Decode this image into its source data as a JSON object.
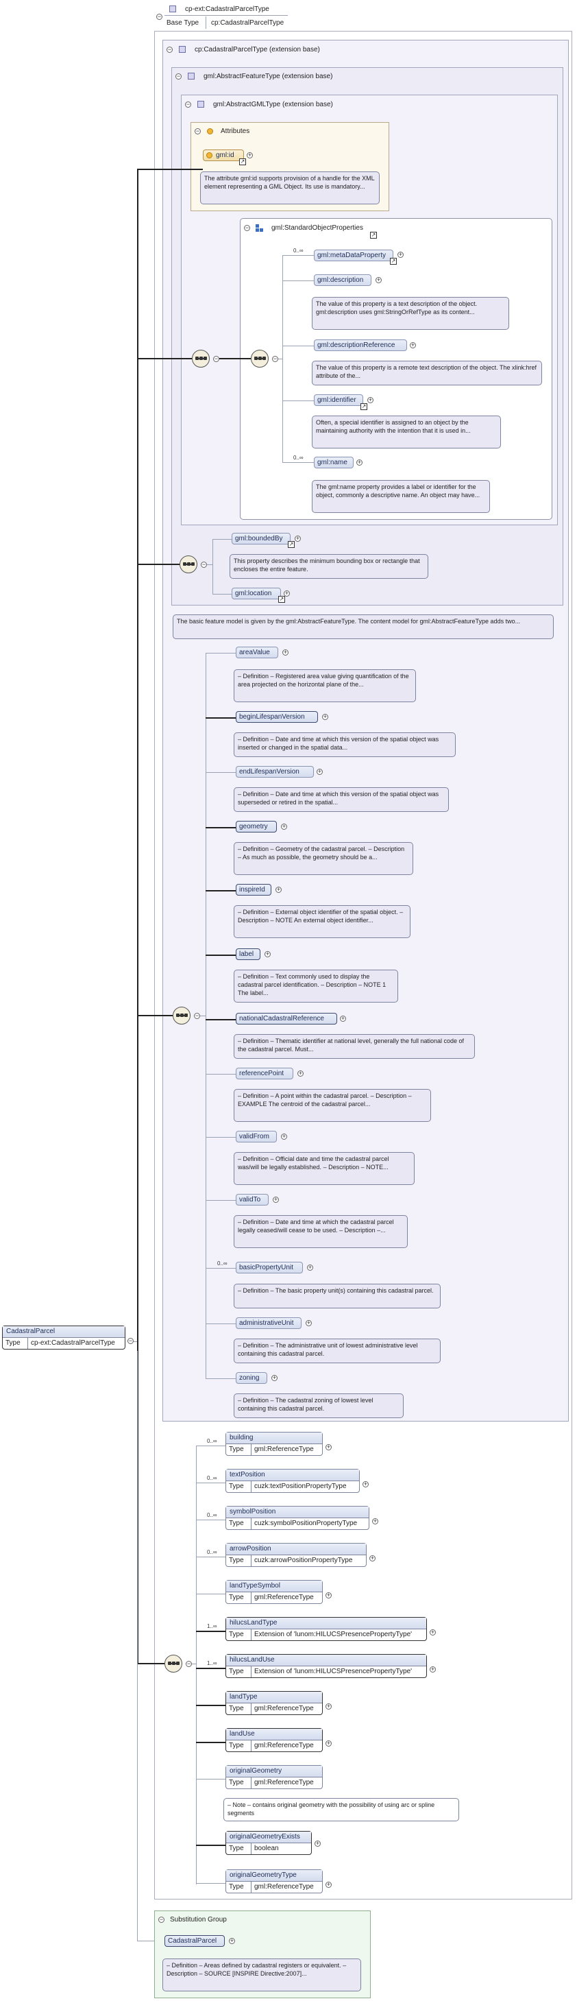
{
  "header": {
    "type_name": "cp-ext:CadastralParcelType",
    "base_type_label": "Base Type",
    "base_type_value": "cp:CadastralParcelType"
  },
  "frames": {
    "cp_extension": "cp:CadastralParcelType (extension base)",
    "feature_extension": "gml:AbstractFeatureType (extension base)",
    "gml_extension": "gml:AbstractGMLType (extension base)",
    "attributes": "Attributes",
    "standard_props": "gml:StandardObjectProperties",
    "substitution_group": "Substitution Group"
  },
  "attribute": {
    "name": "gml:id",
    "doc": "The attribute gml:id supports provision of a handle for the XML element representing a GML Object. Its use is mandatory..."
  },
  "standard_props": [
    {
      "name": "gml:metaDataProperty",
      "mult": "0..∞",
      "doc": ""
    },
    {
      "name": "gml:description",
      "mult": "",
      "doc": "The value of this property is a text description of the object. gml:description uses gml:StringOrRefType as its content..."
    },
    {
      "name": "gml:descriptionReference",
      "mult": "",
      "doc": "The value of this property is a remote text description of the object. The xlink:href attribute of the..."
    },
    {
      "name": "gml:identifier",
      "mult": "",
      "doc": "Often, a special identifier is assigned to an object by the maintaining authority with the intention that it is used in..."
    },
    {
      "name": "gml:name",
      "mult": "0..∞",
      "doc": "The gml:name property provides a label or identifier for the object, commonly a descriptive name. An object may have..."
    }
  ],
  "feature_props": [
    {
      "name": "gml:boundedBy",
      "doc": "This property describes the minimum bounding box or rectangle that encloses the entire feature."
    },
    {
      "name": "gml:location",
      "doc": ""
    }
  ],
  "feature_doc": "The basic feature model is given by the gml:AbstractFeatureType. The content model for gml:AbstractFeatureType adds two...",
  "cp_props": [
    {
      "name": "areaValue",
      "mult": "",
      "doc": "– Definition – Registered area value giving quantification of the area projected on the horizontal plane of the..."
    },
    {
      "name": "beginLifespanVersion",
      "mult": "",
      "doc": "– Definition – Date and time at which this version of the spatial object was inserted or changed in the spatial data..."
    },
    {
      "name": "endLifespanVersion",
      "mult": "",
      "doc": "– Definition – Date and time at which this version of the spatial object was superseded or retired in the spatial..."
    },
    {
      "name": "geometry",
      "mult": "",
      "doc": "– Definition – Geometry of the cadastral parcel. – Description – As much as possible, the geometry should be a..."
    },
    {
      "name": "inspireId",
      "mult": "",
      "doc": "– Definition – External object identifier of the spatial object. – Description – NOTE An external object identifier..."
    },
    {
      "name": "label",
      "mult": "",
      "doc": "– Definition – Text commonly used to display the cadastral parcel identification. – Description – NOTE 1 The label..."
    },
    {
      "name": "nationalCadastralReference",
      "mult": "",
      "doc": "– Definition – Thematic identifier at national level, generally the full national code of the cadastral parcel. Must..."
    },
    {
      "name": "referencePoint",
      "mult": "",
      "doc": "– Definition – A point within the cadastral parcel. – Description – EXAMPLE The centroid of the cadastral parcel..."
    },
    {
      "name": "validFrom",
      "mult": "",
      "doc": "– Definition – Official date and time the cadastral parcel was/will be legally established. – Description – NOTE..."
    },
    {
      "name": "validTo",
      "mult": "",
      "doc": "– Definition – Date and time at which the cadastral parcel legally ceased/will cease to be used. – Description –..."
    },
    {
      "name": "basicPropertyUnit",
      "mult": "0..∞",
      "doc": "– Definition – The basic property unit(s) containing this cadastral parcel."
    },
    {
      "name": "administrativeUnit",
      "mult": "",
      "doc": "– Definition – The administrative unit of lowest administrative level containing this cadastral parcel."
    },
    {
      "name": "zoning",
      "mult": "",
      "doc": "– Definition – The cadastral zoning of lowest level containing this cadastral parcel."
    }
  ],
  "ext_props": [
    {
      "name": "building",
      "mult": "0..∞",
      "type_label": "Type",
      "type": "gml:ReferenceType",
      "doc": ""
    },
    {
      "name": "textPosition",
      "mult": "0..∞",
      "type_label": "Type",
      "type": "cuzk:textPositionPropertyType",
      "doc": ""
    },
    {
      "name": "symbolPosition",
      "mult": "0..∞",
      "type_label": "Type",
      "type": "cuzk:symbolPositionPropertyType",
      "doc": ""
    },
    {
      "name": "arrowPosition",
      "mult": "0..∞",
      "type_label": "Type",
      "type": "cuzk:arrowPositionPropertyType",
      "doc": ""
    },
    {
      "name": "landTypeSymbol",
      "mult": "",
      "type_label": "Type",
      "type": "gml:ReferenceType",
      "doc": ""
    },
    {
      "name": "hilucsLandType",
      "mult": "1..∞",
      "type_label": "Type",
      "type": "Extension of 'lunom:HILUCSPresencePropertyType'",
      "doc": ""
    },
    {
      "name": "hilucsLandUse",
      "mult": "1..∞",
      "type_label": "Type",
      "type": "Extension of 'lunom:HILUCSPresencePropertyType'",
      "doc": ""
    },
    {
      "name": "landType",
      "mult": "",
      "type_label": "Type",
      "type": "gml:ReferenceType",
      "doc": ""
    },
    {
      "name": "landUse",
      "mult": "",
      "type_label": "Type",
      "type": "gml:ReferenceType",
      "doc": ""
    },
    {
      "name": "originalGeometry",
      "mult": "",
      "type_label": "Type",
      "type": "gml:ReferenceType",
      "doc": "– Note – contains original geometry with the possibility of using arc or spline segments"
    },
    {
      "name": "originalGeometryExists",
      "mult": "",
      "type_label": "Type",
      "type": "boolean",
      "doc": ""
    },
    {
      "name": "originalGeometryType",
      "mult": "",
      "type_label": "Type",
      "type": "gml:ReferenceType",
      "doc": ""
    }
  ],
  "root": {
    "name": "CadastralParcel",
    "type_label": "Type",
    "type": "cp-ext:CadastralParcelType"
  },
  "substitution": {
    "name": "CadastralParcel",
    "doc": "– Definition – Areas defined by cadastral registers or equivalent. – Description – SOURCE [INSPIRE Directive:2007]..."
  },
  "symbols": {
    "collapse": "−",
    "expand": "+"
  }
}
